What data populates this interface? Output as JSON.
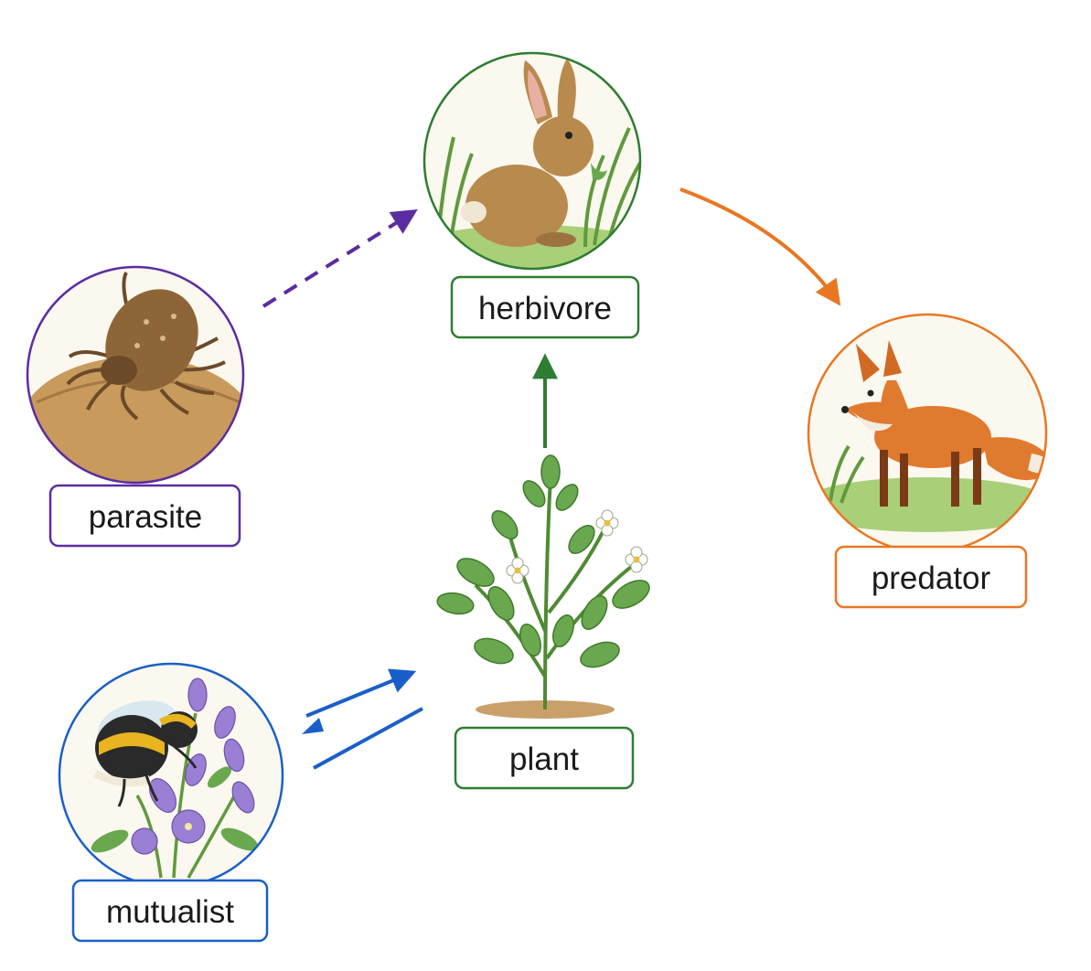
{
  "labels": {
    "herbivore": "herbivore",
    "parasite": "parasite",
    "predator": "predator",
    "plant": "plant",
    "mutualist": "mutualist"
  },
  "colors": {
    "herbivore": "#2e7d32",
    "parasite": "#5b2ca0",
    "predator": "#e87722",
    "plant": "#2e7d32",
    "mutualist": "#1a5fc8",
    "fur": "#b88a4e",
    "grass": "#8cbf5a",
    "leaf": "#5f9a3c"
  },
  "icons": {
    "herbivore": "rabbit-icon",
    "parasite": "tick-icon",
    "predator": "fox-icon",
    "plant": "plant-icon",
    "mutualist": "bee-on-flowers-icon"
  }
}
